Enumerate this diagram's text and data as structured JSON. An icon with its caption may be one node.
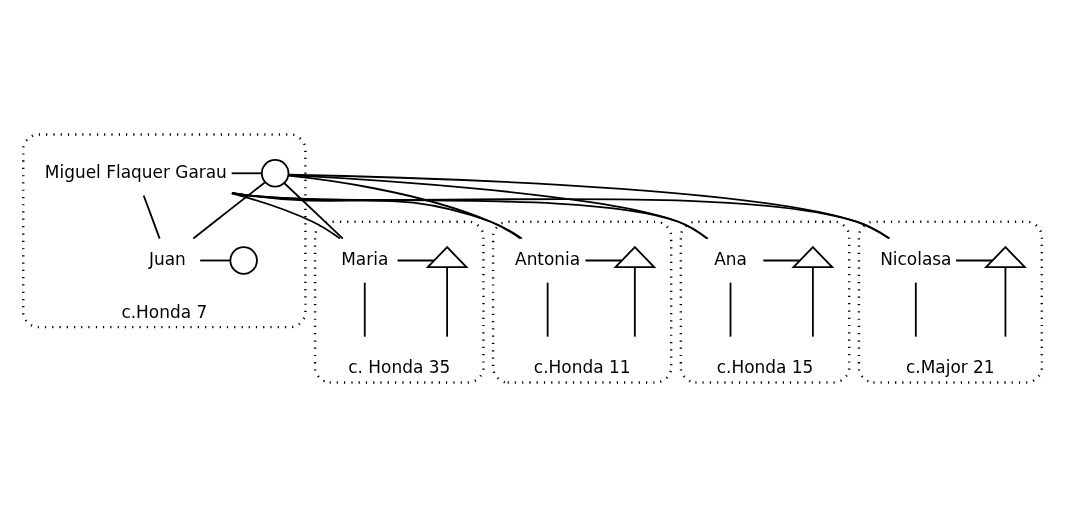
{
  "diagram": {
    "nodes": [
      {
        "text": [],
        "shape": "ellipse",
        "beside": [
          "c. Honda 35"
        ]
      },
      {
        "text": [
          "Maria"
        ],
        "in": 0
      },
      {
        "text": [],
        "shape": "triangle",
        "in": 0
      },
      {
        "text": [],
        "shape": "ellipse",
        "beside": [
          "c.Honda 11"
        ]
      },
      {
        "text": [
          "Antonia"
        ],
        "in": 3
      },
      {
        "text": [],
        "shape": "triangle",
        "in": 3
      },
      {
        "text": [],
        "shape": "ellipse",
        "beside": [
          "c.Honda 7"
        ]
      },
      {
        "text": [
          "Miguel Flaquer Garau"
        ],
        "in": 6
      },
      {
        "text": [],
        "shape": "circle",
        "in": 6
      },
      {
        "text": [
          "Juan"
        ],
        "in": 6
      },
      {
        "text": [],
        "shape": "circle",
        "in": 6
      },
      {
        "text": [],
        "shape": "ellipse",
        "beside": [
          "c.Honda 15"
        ]
      },
      {
        "text": [
          "Ana"
        ],
        "in": 11
      },
      {
        "text": [],
        "shape": "triangle",
        "in": 11
      },
      {
        "text": [],
        "shape": "ellipse",
        "beside": [
          "c.Major 21"
        ]
      },
      {
        "text": [
          "Nicolasa"
        ],
        "in": 14
      },
      {
        "text": [],
        "shape": "triangle",
        "in": 14
      }
    ],
    "edges": [
      {
        "from": 7,
        "to": 8,
        "arrow": "none"
      },
      {
        "from": 7,
        "to": 1,
        "arrow": "none"
      },
      {
        "from": 7,
        "to": 4,
        "arrow": "none"
      },
      {
        "from": 7,
        "to": 9,
        "arrow": "none"
      },
      {
        "from": 7,
        "to": 12,
        "arrow": "none"
      },
      {
        "from": 7,
        "to": 15,
        "arrow": "none"
      },
      {
        "from": 8,
        "to": 1,
        "arrow": "none"
      },
      {
        "from": 8,
        "to": 4,
        "arrow": "none"
      },
      {
        "from": 8,
        "to": 9,
        "arrow": "none"
      },
      {
        "from": 8,
        "to": 12,
        "arrow": "none"
      },
      {
        "from": 8,
        "to": 15,
        "arrow": "none"
      },
      {
        "from": 1,
        "to": 2,
        "arrow": "none"
      },
      {
        "from": 1,
        "to": null,
        "arrow": "none"
      },
      {
        "from": 2,
        "to": null,
        "arrow": "none"
      },
      {
        "from": 4,
        "to": 5,
        "arrow": "none"
      },
      {
        "from": 4,
        "to": null,
        "arrow": "none"
      },
      {
        "from": 5,
        "to": null,
        "arrow": "none"
      },
      {
        "from": 9,
        "to": 10,
        "arrow": "none"
      },
      {
        "from": 12,
        "to": 13,
        "arrow": "none"
      },
      {
        "from": 12,
        "to": null,
        "arrow": "none"
      },
      {
        "from": 13,
        "to": null,
        "arrow": "none"
      },
      {
        "from": 15,
        "to": 16,
        "arrow": "none"
      },
      {
        "from": 15,
        "to": null,
        "arrow": "none"
      },
      {
        "from": 16,
        "to": null,
        "arrow": "none"
      }
    ]
  }
}
